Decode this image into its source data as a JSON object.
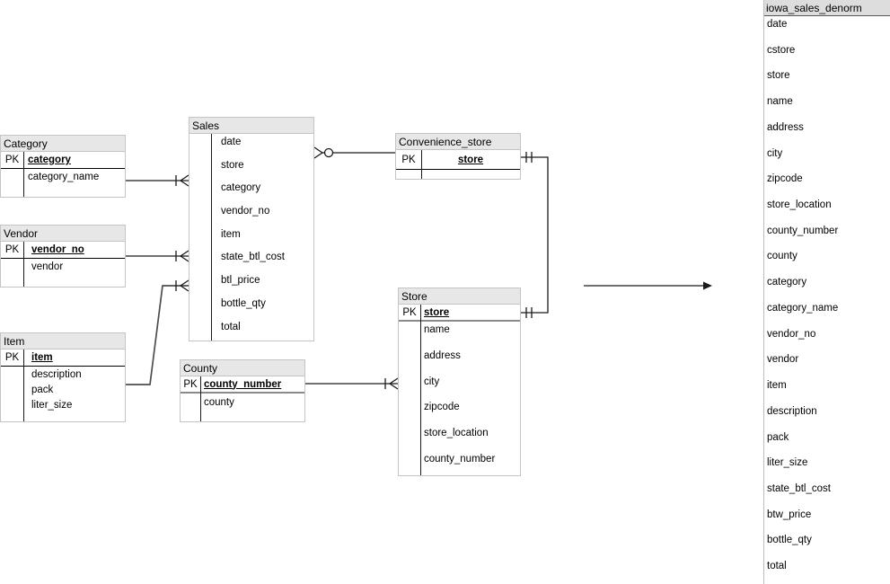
{
  "labels": {
    "pk": "PK"
  },
  "entities": {
    "category": {
      "title": "Category",
      "pk": "category",
      "fields": [
        "category_name"
      ]
    },
    "vendor": {
      "title": "Vendor",
      "pk": "vendor_no",
      "fields": [
        "vendor"
      ]
    },
    "item": {
      "title": "Item",
      "pk": "item",
      "fields": [
        "description",
        "pack",
        "liter_size"
      ]
    },
    "sales": {
      "title": "Sales",
      "fields": [
        "date",
        "store",
        "category",
        "vendor_no",
        "item",
        "state_btl_cost",
        "btl_price",
        "bottle_qty",
        "total"
      ]
    },
    "convenience_store": {
      "title": "Convenience_store",
      "pk": "store",
      "fields": []
    },
    "store": {
      "title": "Store",
      "pk": "store",
      "fields": [
        "name",
        "address",
        "city",
        "zipcode",
        "store_location",
        "county_number"
      ]
    },
    "county": {
      "title": "County",
      "pk": "county_number",
      "fields": [
        "county"
      ]
    },
    "iowa_sales_denorm": {
      "title": "iowa_sales_denorm",
      "fields": [
        "date",
        "cstore",
        "store",
        "name",
        "address",
        "city",
        "zipcode",
        "store_location",
        "county_number",
        "county",
        "category",
        "category_name",
        "vendor_no",
        "vendor",
        "item",
        "description",
        "pack",
        "liter_size",
        "state_btl_cost",
        "btw_price",
        "bottle_qty",
        "total"
      ]
    }
  },
  "relationships": [
    {
      "from": "Category",
      "to": "Sales",
      "cardinality": "one-to-many"
    },
    {
      "from": "Vendor",
      "to": "Sales",
      "cardinality": "one-to-many"
    },
    {
      "from": "Item",
      "to": "Sales",
      "cardinality": "one-to-many"
    },
    {
      "from": "Sales",
      "to": "Convenience_store",
      "cardinality": "zero-or-many-to-one"
    },
    {
      "from": "Convenience_store",
      "to": "Store",
      "cardinality": "one-to-one"
    },
    {
      "from": "County",
      "to": "Store",
      "cardinality": "one-to-many"
    },
    {
      "type": "transform-arrow",
      "from": "ER-model",
      "to": "iowa_sales_denorm"
    }
  ],
  "colors": {
    "header_bg": "#e7e7e7",
    "border": "#c4c4c4",
    "line": "#1a1a1a",
    "pk_divider_gray": "#8a8a8a"
  }
}
